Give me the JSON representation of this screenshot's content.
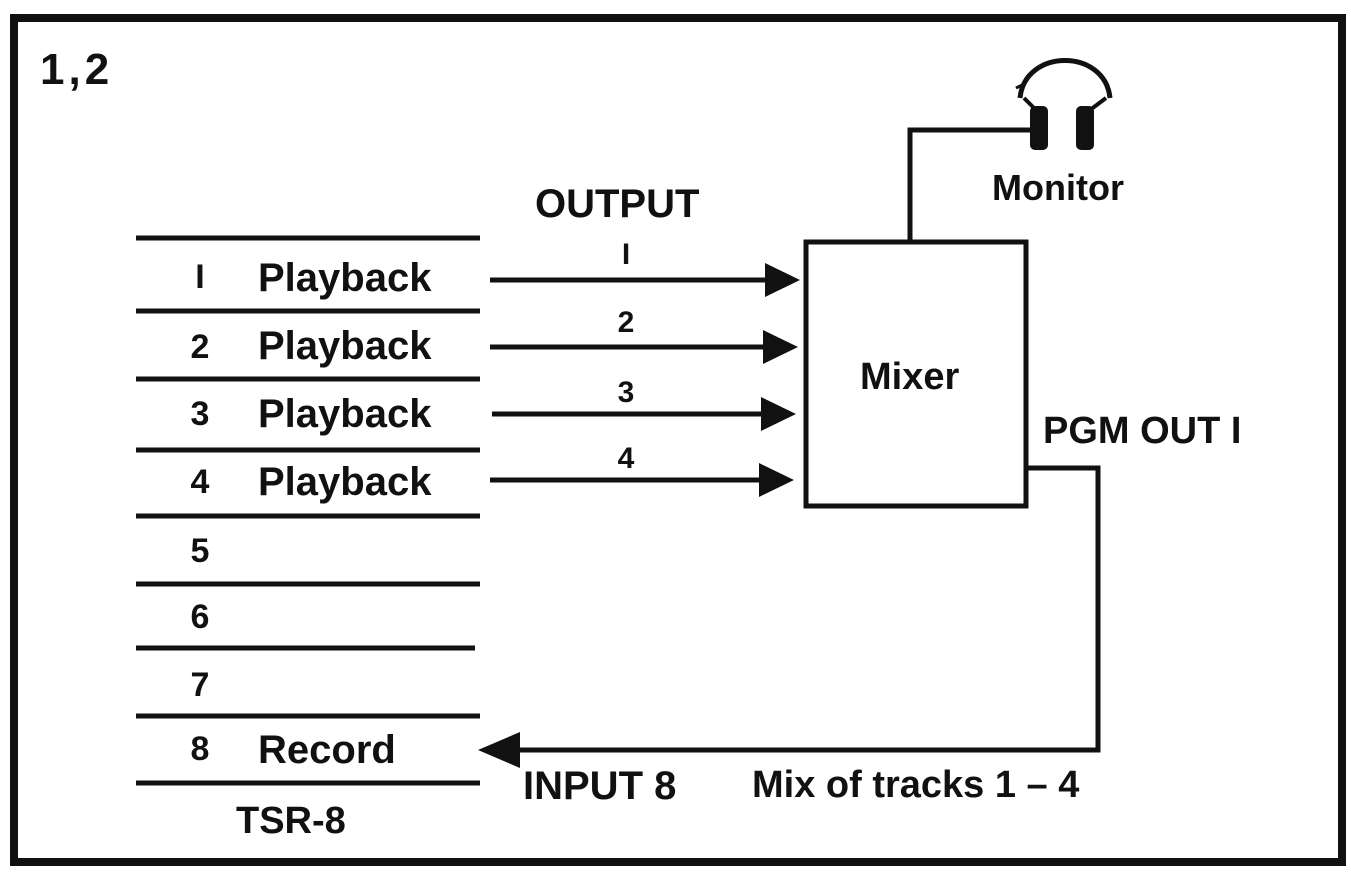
{
  "figure_label": "1,2",
  "output_heading": "OUTPUT",
  "monitor_label": "Monitor",
  "mixer_label": "Mixer",
  "pgm_out_label": "PGM OUT I",
  "input_label": "INPUT 8",
  "mix_label": "Mix of tracks 1 – 4",
  "device_label": "TSR-8",
  "tracks": [
    {
      "num": "I",
      "name": "Playback"
    },
    {
      "num": "2",
      "name": "Playback"
    },
    {
      "num": "3",
      "name": "Playback"
    },
    {
      "num": "4",
      "name": "Playback"
    },
    {
      "num": "5",
      "name": ""
    },
    {
      "num": "6",
      "name": ""
    },
    {
      "num": "7",
      "name": ""
    },
    {
      "num": "8",
      "name": "Record"
    }
  ],
  "output_channels": [
    "I",
    "2",
    "3",
    "4"
  ],
  "icons": {
    "headphones": "headphones-icon"
  }
}
